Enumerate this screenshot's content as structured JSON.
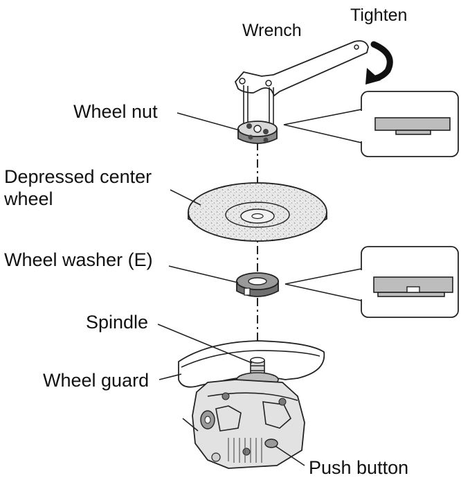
{
  "labels": {
    "wrench": "Wrench",
    "tighten": "Tighten",
    "wheel_nut": "Wheel nut",
    "depressed_center_wheel_line1": "Depressed center",
    "depressed_center_wheel_line2": "wheel",
    "wheel_washer": "Wheel washer (E)",
    "spindle": "Spindle",
    "wheel_guard": "Wheel guard",
    "push_button": "Push button"
  },
  "colors": {
    "line": "#222222",
    "wheel_fill": "#e6e6e6",
    "part_fill": "#cfcfcf",
    "dark_fill": "#7a7a7a",
    "callout_bar": "#bdbdbd"
  }
}
